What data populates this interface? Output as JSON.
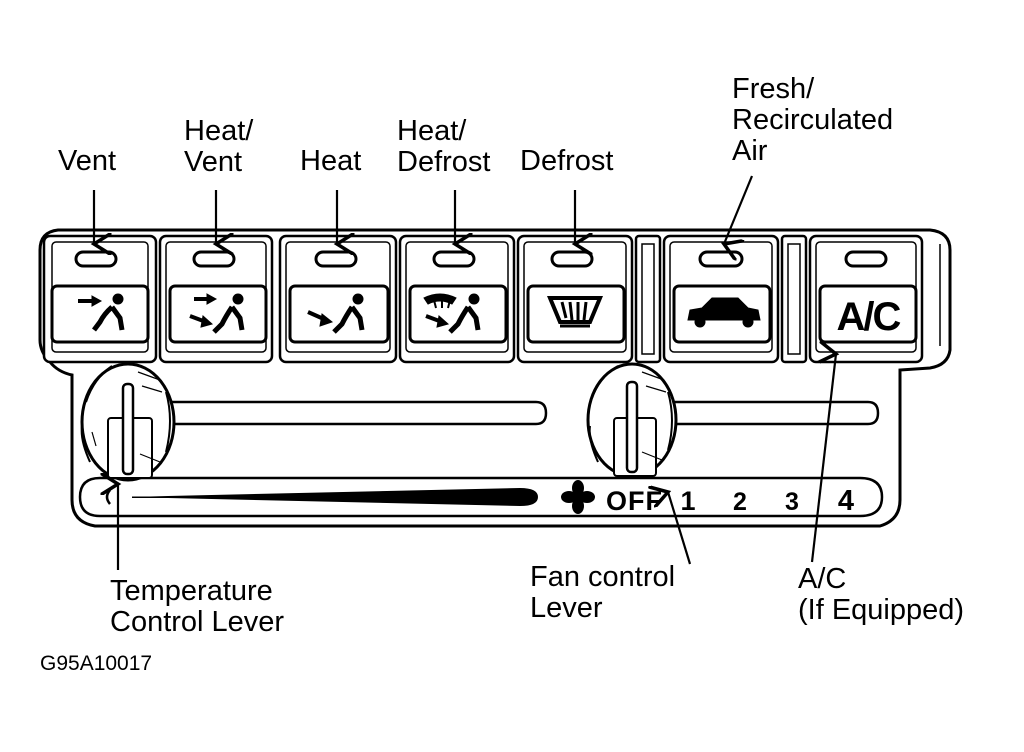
{
  "callouts": {
    "vent": [
      "Vent"
    ],
    "heat_vent": [
      "Heat/",
      "Vent"
    ],
    "heat": [
      "Heat"
    ],
    "heat_defrost": [
      "Heat/",
      "Defrost"
    ],
    "defrost": [
      "Defrost"
    ],
    "fresh_recirc": [
      "Fresh/",
      "Recirculated",
      "Air"
    ],
    "temp_lever": [
      "Temperature",
      "Control Lever"
    ],
    "fan_lever": [
      "Fan control",
      "Lever"
    ],
    "ac": [
      "A/C",
      "(If Equipped)"
    ]
  },
  "panel": {
    "ac_button": "A/C",
    "fan_off": "OFF",
    "fan_speeds": [
      "1",
      "2",
      "3",
      "4"
    ]
  },
  "figure_code": "G95A10017",
  "colors": {
    "ink": "#000000",
    "paper": "#ffffff",
    "button_face": "#f4f4f4"
  },
  "icons": {
    "vent": "airflow-face-icon",
    "heat_vent": "airflow-face-feet-icon",
    "heat": "airflow-feet-icon",
    "heat_defrost": "airflow-defrost-feet-icon",
    "defrost": "windshield-defrost-icon",
    "fresh_recirc": "car-recirculation-icon",
    "fan": "fan-icon"
  }
}
